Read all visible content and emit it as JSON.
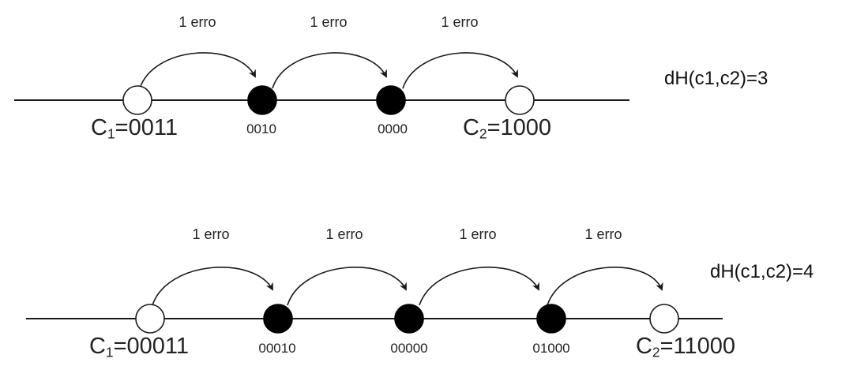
{
  "colors": {
    "line": "#1a1a1a",
    "filled_node": "#000000",
    "open_node_fill": "#ffffff",
    "text": "#222222"
  },
  "diagram1": {
    "nodes": [
      {
        "label_prefix": "C",
        "label_sub": "1",
        "label_value": "=0011",
        "filled": false
      },
      {
        "label_value": "0010",
        "filled": true
      },
      {
        "label_value": "0000",
        "filled": true
      },
      {
        "label_prefix": "C",
        "label_sub": "2",
        "label_value": "=1000",
        "filled": false
      }
    ],
    "arrows": [
      {
        "label": "1 erro"
      },
      {
        "label": "1 erro"
      },
      {
        "label": "1 erro"
      }
    ],
    "distance": "dH(c1,c2)=3"
  },
  "diagram2": {
    "nodes": [
      {
        "label_prefix": "C",
        "label_sub": "1",
        "label_value": "=00011",
        "filled": false
      },
      {
        "label_value": "00010",
        "filled": true
      },
      {
        "label_value": "00000",
        "filled": true
      },
      {
        "label_value": "01000",
        "filled": true
      },
      {
        "label_prefix": "C",
        "label_sub": "2",
        "label_value": "=11000",
        "filled": false
      }
    ],
    "arrows": [
      {
        "label": "1 erro"
      },
      {
        "label": "1 erro"
      },
      {
        "label": "1 erro"
      },
      {
        "label": "1 erro"
      }
    ],
    "distance": "dH(c1,c2)=4"
  }
}
